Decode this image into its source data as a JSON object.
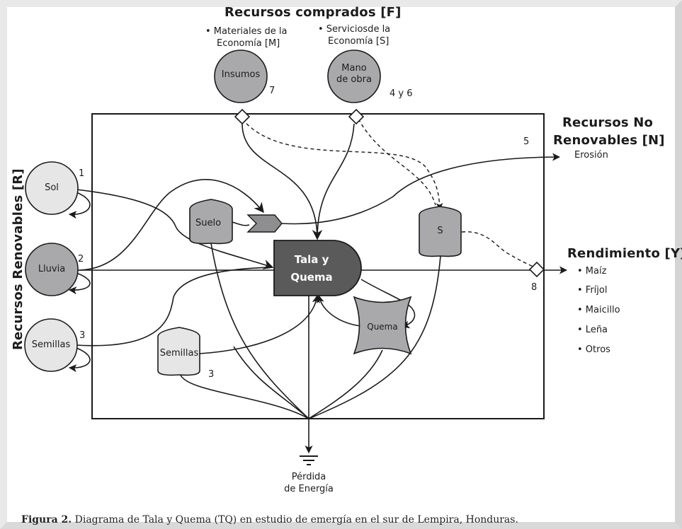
{
  "headings": {
    "purchased": "Recursos comprados [F]",
    "nonrenewable_line1": "Recursos No",
    "nonrenewable_line2": "Renovables [N]",
    "renewable": "Recursos Renovables [R]",
    "yield": "Rendimiento [Y]"
  },
  "purchased_notes": {
    "materials_line1": "• Materiales de la",
    "materials_line2": "Economía [M]",
    "services_line1": "• Serviciosde la",
    "services_line2": "Economía [S]"
  },
  "nodes": {
    "insumos": "Insumos",
    "mano_line1": "Mano",
    "mano_line2": "de obra",
    "sol": "Sol",
    "lluvia": "Lluvia",
    "semillas_source": "Semillas",
    "suelo": "Suelo",
    "semillas_storage": "Semillas",
    "s_storage": "S",
    "process_line1": "Tala y",
    "process_line2": "Quema",
    "quema": "Quema"
  },
  "numbers": {
    "insumos": "7",
    "mano": "4 y 6",
    "sol": "1",
    "lluvia": "2",
    "semillas": "3",
    "semillas_storage": "3",
    "erosion": "5",
    "rendimiento": "8"
  },
  "erosion_label": "Erosión",
  "yield_items": [
    "• Maíz",
    "• Fríjol",
    "• Maicillo",
    "• Leña",
    "• Otros"
  ],
  "heat_sink_line1": "Pérdida",
  "heat_sink_line2": "de Energía",
  "caption": {
    "prefix": "Figura 2.",
    "text": " Diagrama de Tala y Quema (TQ) en estudio de emergía en el sur de Lempira, Honduras."
  },
  "colors": {
    "dark_fill": "#5a5a5a",
    "mid_fill": "#a9a9ab",
    "light_fill": "#e6e6e6",
    "line": "#1a1a1a"
  }
}
